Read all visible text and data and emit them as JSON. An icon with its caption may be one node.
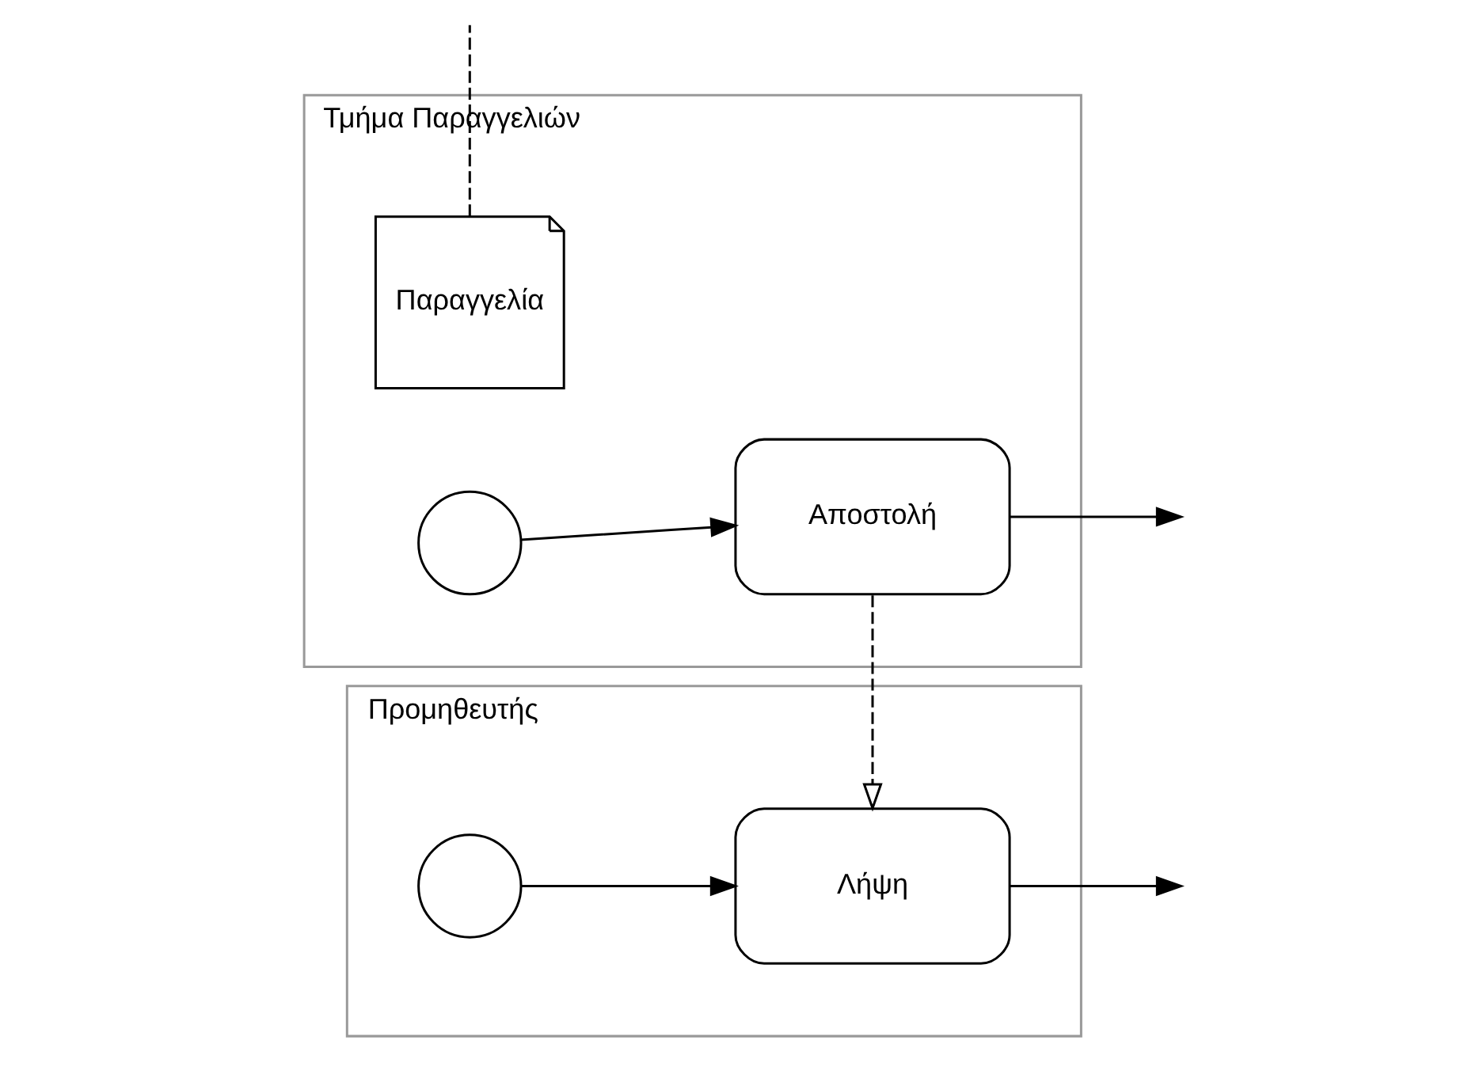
{
  "diagram": {
    "nodes": [
      {
        "text": [
          "Προμηθευτής"
        ]
      },
      {
        "text": [],
        "shape": "circle",
        "in": 0
      },
      {
        "text": [
          "Λήψη"
        ],
        "in": 0
      },
      {
        "text": [
          "Τμήμα Παραγγελιών"
        ]
      },
      {
        "text": [
          "Παραγγελία"
        ],
        "in": 3
      },
      {
        "text": [],
        "shape": "circle",
        "in": 3
      },
      {
        "text": [
          "Αποστολή"
        ],
        "in": 3
      }
    ],
    "edges": [
      {
        "from": 1,
        "to": 2,
        "arrow": "to"
      },
      {
        "from": 2,
        "to": null,
        "arrow": "to"
      },
      {
        "from": 6,
        "to": 2,
        "arrow": "to",
        "style": "dashed"
      },
      {
        "from": 4,
        "to": null,
        "arrow": "none",
        "style": "dashed"
      },
      {
        "from": 5,
        "to": 6,
        "arrow": "to"
      },
      {
        "from": 6,
        "to": null,
        "arrow": "to"
      }
    ]
  }
}
